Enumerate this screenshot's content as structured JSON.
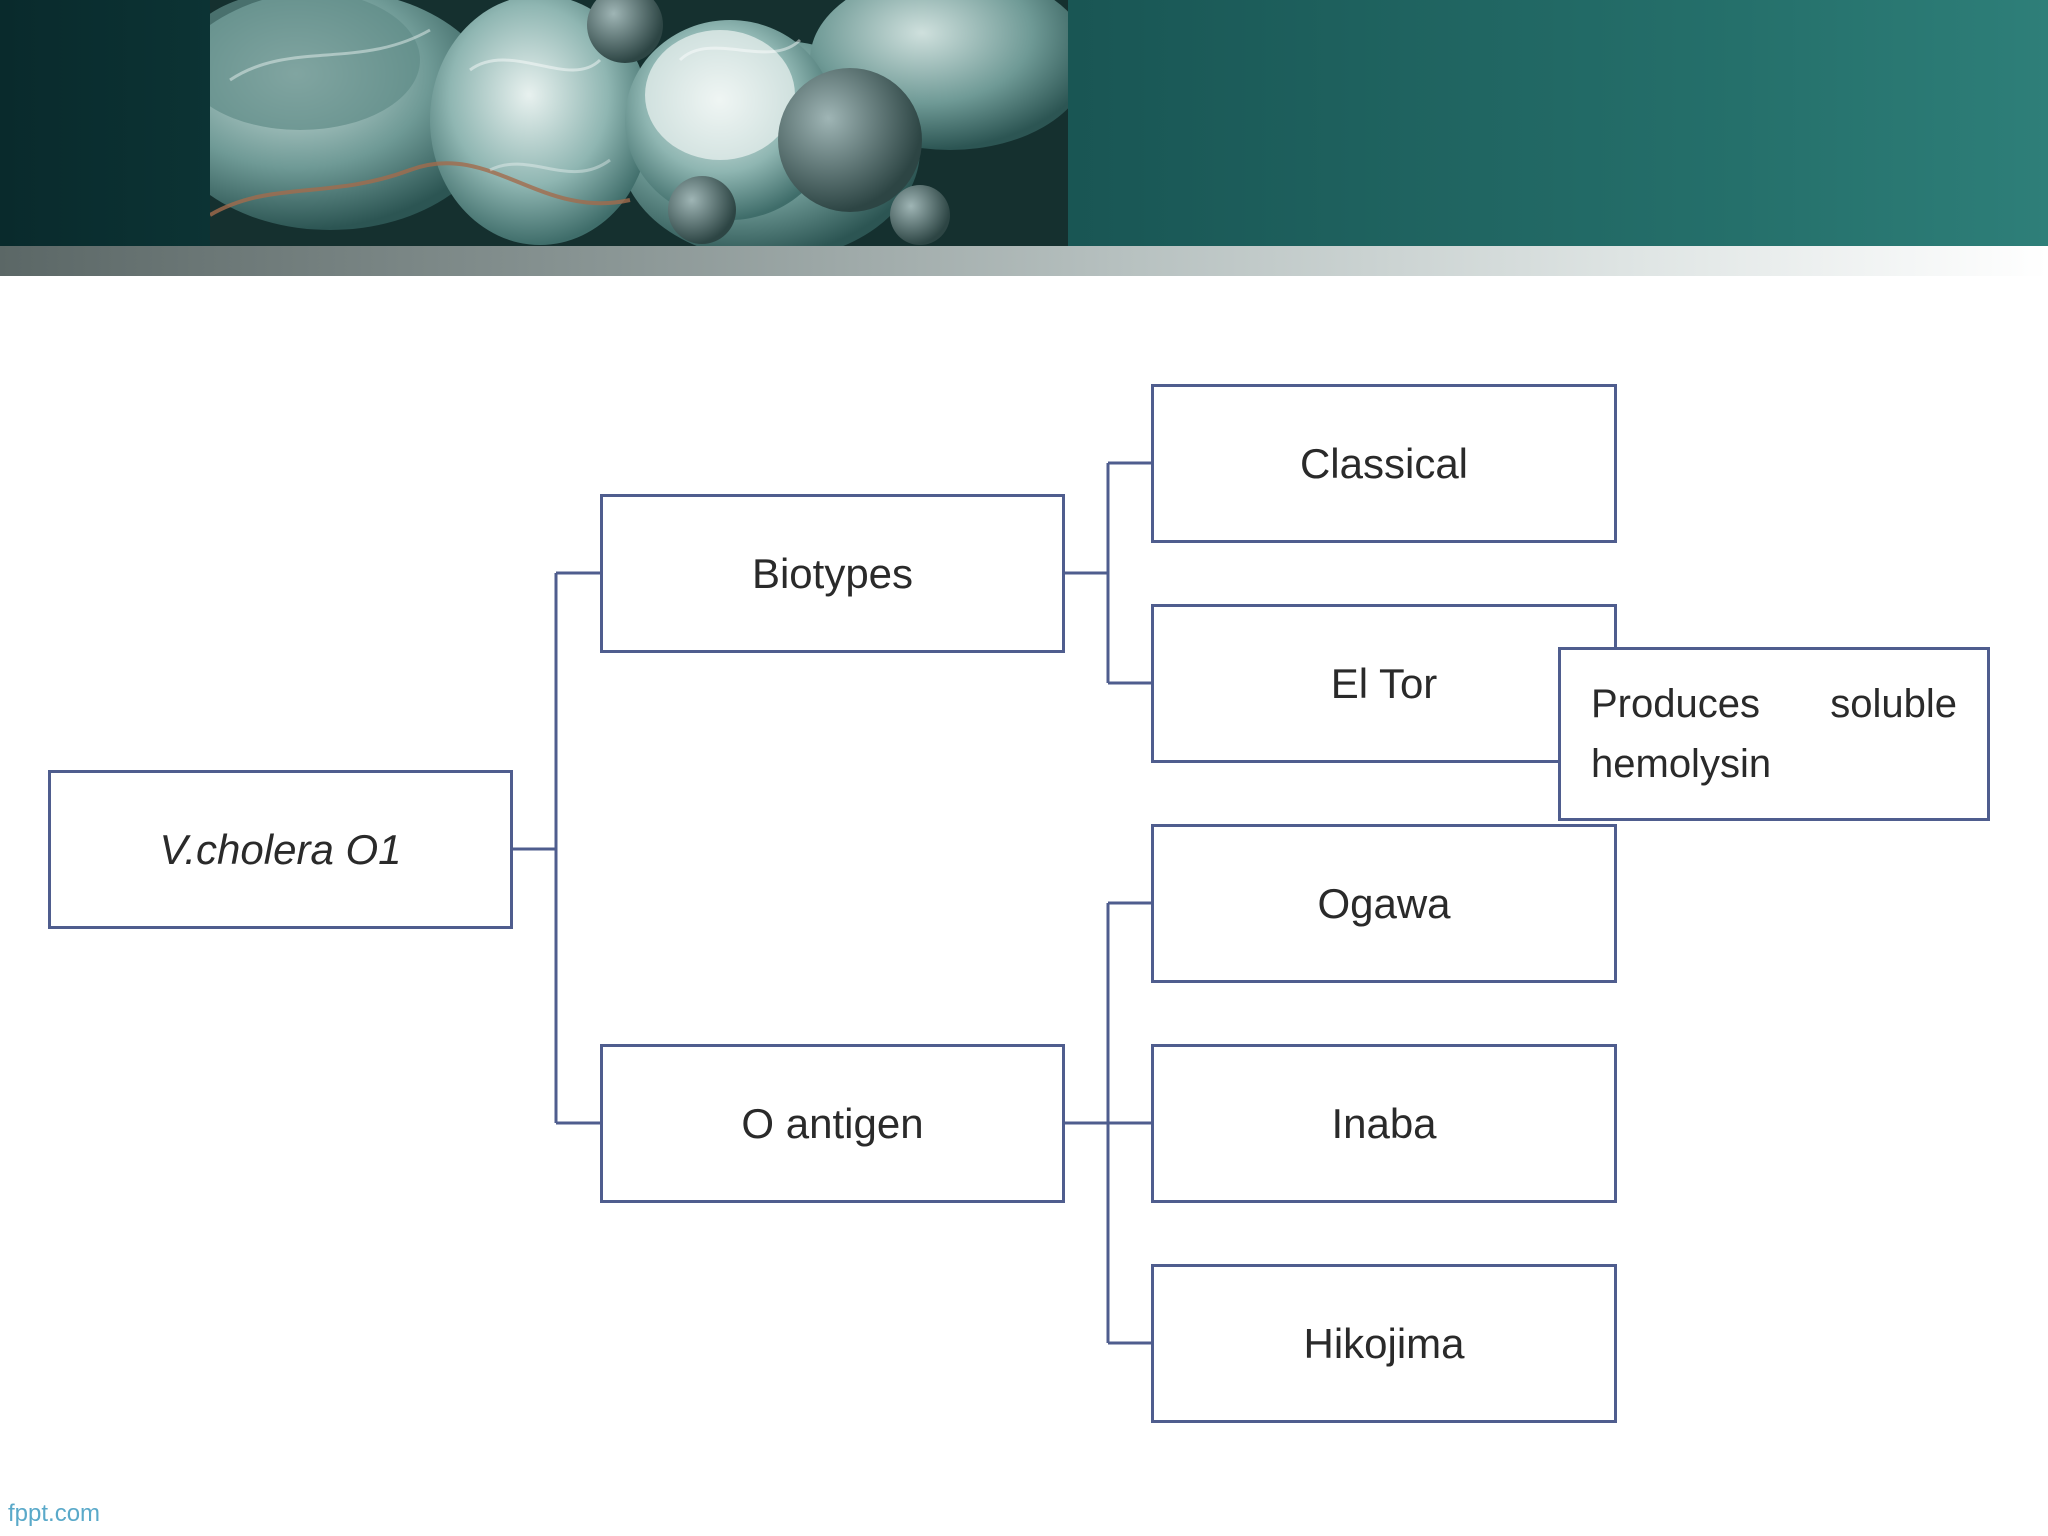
{
  "diagram": {
    "root": "V.cholera O1",
    "branches": [
      {
        "label": "Biotypes",
        "children": [
          "Classical",
          "El Tor"
        ]
      },
      {
        "label": "O antigen",
        "children": [
          "Ogawa",
          "Inaba",
          "Hikojima"
        ]
      }
    ],
    "note": {
      "attached_to": "El Tor",
      "text": "Produces soluble hemolysin"
    }
  },
  "footer": {
    "brand": "fppt.com"
  },
  "colors": {
    "box_border": "#4f5d8e",
    "header_dark": "#092a2c",
    "header_teal": "#2e7f79",
    "footer_link": "#5aa9c9"
  }
}
